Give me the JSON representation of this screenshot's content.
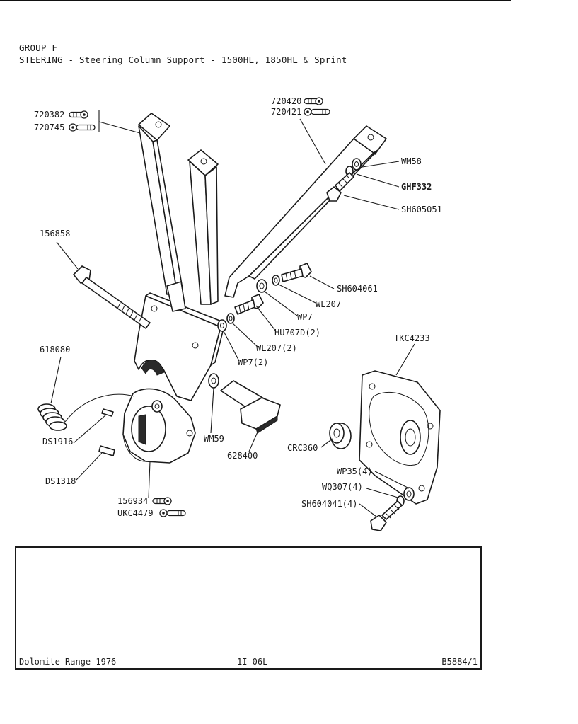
{
  "header": {
    "group": "GROUP F",
    "title": "STEERING - Steering Column Support - 1500HL, 1850HL & Sprint"
  },
  "callouts": {
    "p720382": "720382",
    "p720745": "720745",
    "p720420": "720420",
    "p720421": "720421",
    "wm58": "WM58",
    "ghf332": "GHF332",
    "sh605051": "SH605051",
    "p156858": "156858",
    "sh604061": "SH604061",
    "wl207": "WL207",
    "wp7": "WP7",
    "hu707d": "HU707D(2)",
    "wl207_2": "WL207(2)",
    "wp7_2": "WP7(2)",
    "tkc4233": "TKC4233",
    "p618080": "618080",
    "ds1916": "DS1916",
    "wm59": "WM59",
    "p628400": "628400",
    "crc360": "CRC360",
    "wp35": "WP35(4)",
    "wq307": "WQ307(4)",
    "sh604041": "SH604041(4)",
    "ds1318": "DS1318",
    "p156934": "156934",
    "ukc4479": "UKC4479"
  },
  "footer": {
    "left": "Dolomite Range 1976",
    "center": "1I 06L",
    "right": "B5884/1"
  },
  "icons": {
    "lh_rh": "bracket-left-right-icon"
  }
}
